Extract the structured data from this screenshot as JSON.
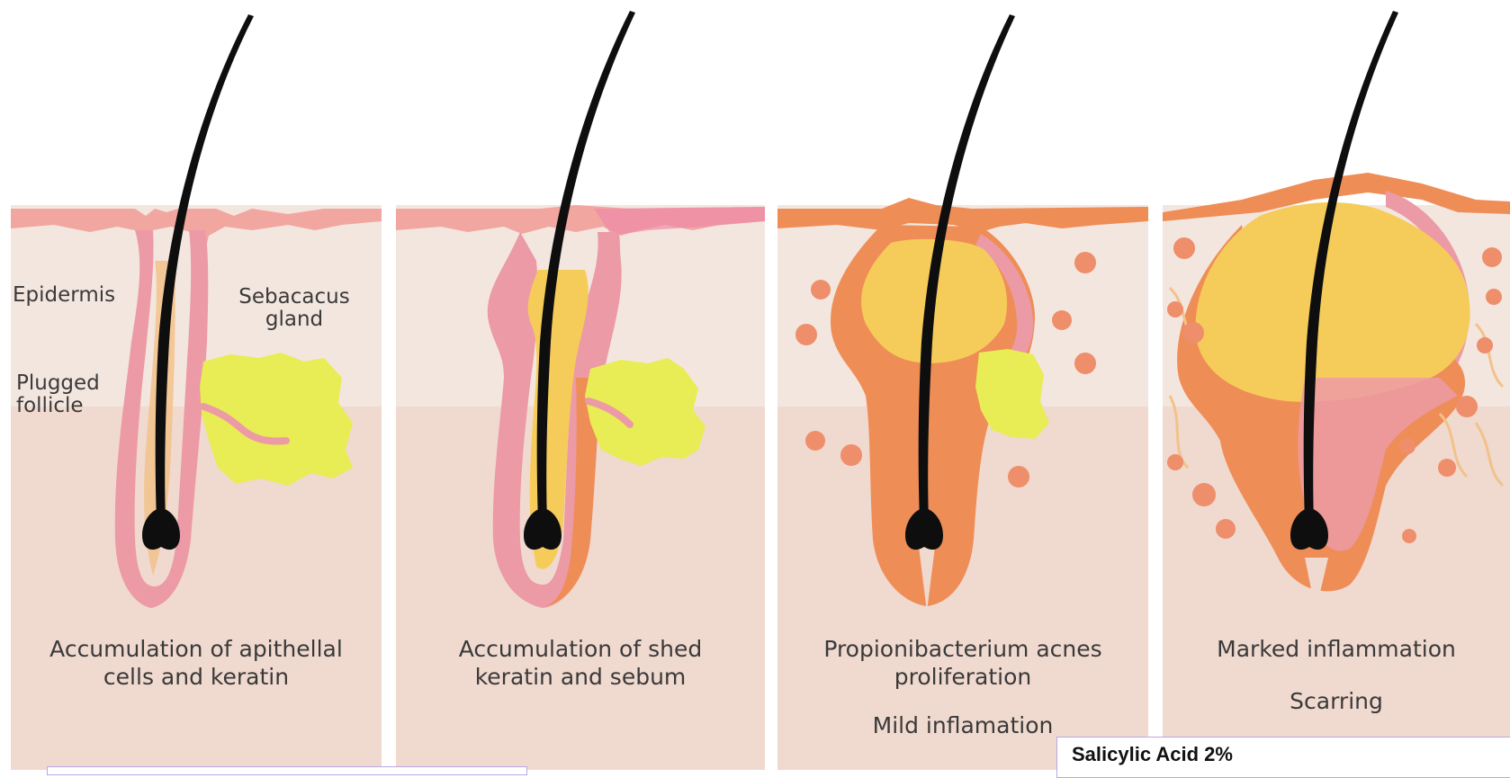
{
  "labels": {
    "epidermis": "Epidermis",
    "sebaceous_line1": "Sebacacus",
    "sebaceous_line2": "gland",
    "plugged_line1": "Plugged",
    "plugged_line2": "follicle"
  },
  "stages": [
    {
      "caption_line1": "Accumulation of apithellal",
      "caption_line2": "cells and keratin",
      "note": ""
    },
    {
      "caption_line1": "Accumulation of shed",
      "caption_line2": "keratin and sebum",
      "note": ""
    },
    {
      "caption_line1": "Propionibacterium acnes",
      "caption_line2": "proliferation",
      "note": "Mild inflamation"
    },
    {
      "caption_line1": "Marked inflammation",
      "caption_line2": "",
      "note": "Scarring"
    }
  ],
  "info_box": {
    "title": "Salicylic Acid 2%"
  },
  "colors": {
    "epidermis": "#f3e6df",
    "dermis": "#f0d9cf",
    "skin_line": "#f2a6a0",
    "pink": "#ec9aa5",
    "orange": "#ef8d57",
    "sebum": "#f5cc5a",
    "gland": "#e8ec55",
    "hair": "#0e0e0e",
    "bacteria": "#ee8e6a"
  }
}
